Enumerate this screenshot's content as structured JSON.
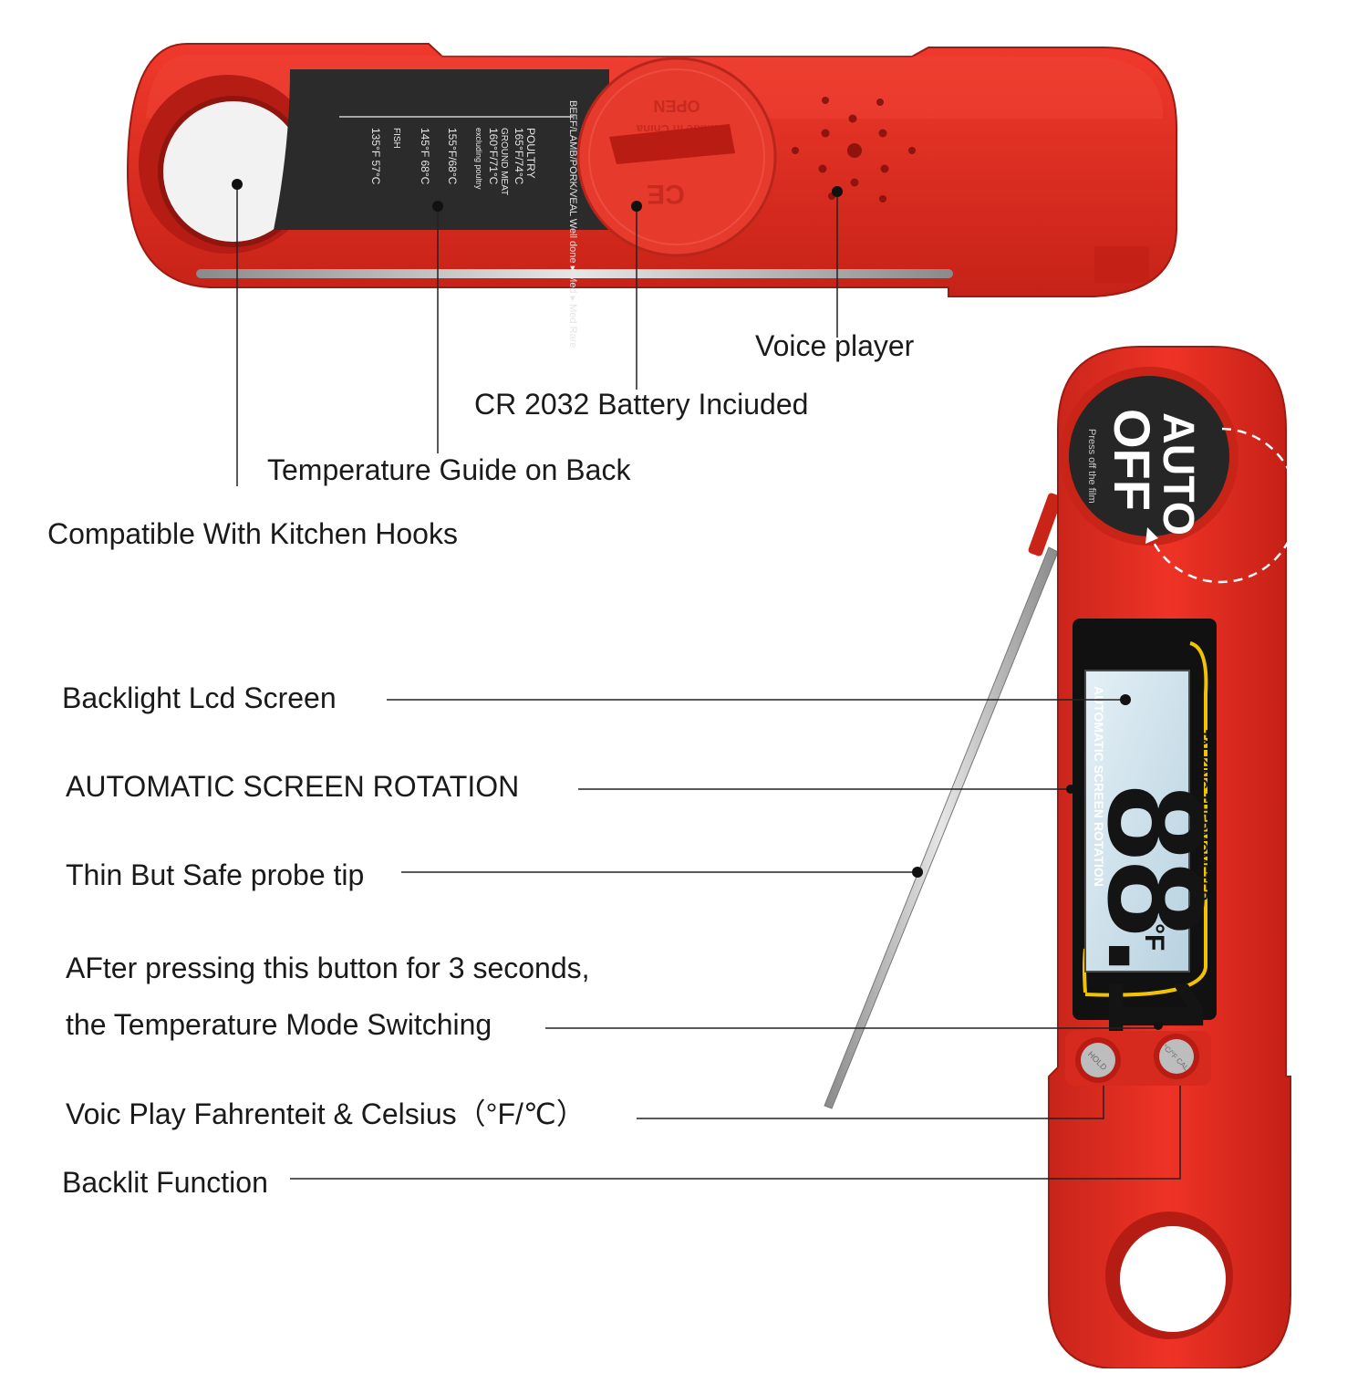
{
  "callouts": {
    "hooks": "Compatible With Kitchen Hooks",
    "guide": "Temperature Guide on Back",
    "battery": "CR 2032 Battery Inciuded",
    "voice_player": "Voice player",
    "lcd": "Backlight Lcd Screen",
    "rotation": "AUTOMATIC SCREEN ROTATION",
    "probe": "Thin But Safe probe tip",
    "press_line1": "AFter pressing this button for 3 seconds,",
    "press_line2": "the Temperature Mode Switching",
    "voice_play": "Voic Play Fahrenteit & Celsius（°F/℃）",
    "backlit": "Backlit Function"
  },
  "device_back": {
    "guide_header": "BEEF/LAMB/PORK/VEAL Well done ▸ Med ▸ Med Rare",
    "guide_col1_title": "POULTRY",
    "guide_col1_temp": "165°F/74°C",
    "guide_col2_title": "GROUND MEAT",
    "guide_col2_temp": "160°F/71°C",
    "guide_col2_note": "excluding poultry",
    "guide_col3_temp": "155°F/68°C",
    "guide_col4_temp": "145°F 68°C",
    "guide_col4_note": "FISH",
    "guide_col5_temp": "135°F 57°C",
    "cover_open": "OPEN",
    "cover_made": "Made in China",
    "cover_mark": "CE"
  },
  "device_front": {
    "auto_label": "AUTO",
    "off_label": "OFF",
    "dial_hint": "Press off the film",
    "lcd_digits": "88.1",
    "lcd_unit": "°F",
    "side_text_right": "TALKING THERMOMETER",
    "side_text_left": "AUTOMATIC SCREEN ROTATION",
    "btn_hold": "HOLD",
    "btn_unit": "°C/°F CAL"
  },
  "colors": {
    "body_red": "#e02a1f",
    "dark_red": "#b31c14",
    "lcd_blue": "#cfe2ec",
    "label_black": "#1a1a1a"
  }
}
